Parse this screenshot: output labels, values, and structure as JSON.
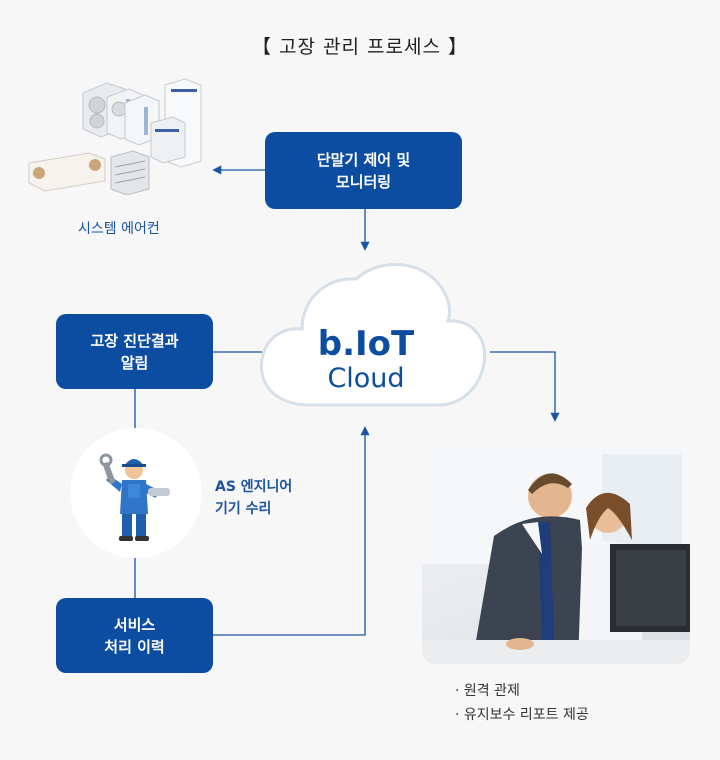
{
  "title": "【 고장 관리 프로세스 】",
  "boxes": {
    "monitoring": "단말기 제어 및\n모니터링",
    "diagnosis": "고장 진단결과\n알림",
    "service": "서비스\n처리 이력"
  },
  "labels": {
    "system_ac": "시스템 에어컨",
    "engineer_line1": "AS 엔지니어",
    "engineer_line2": "기기 수리"
  },
  "cloud": {
    "line1": "b.IoT",
    "line2": "Cloud"
  },
  "bullets": [
    "· 원격 관제",
    "· 유지보수 리포트 제공"
  ],
  "icons": {
    "ac_units": "air-conditioner-units-photo",
    "engineer": "engineer-with-wrench-icon",
    "office": "office-workers-at-monitor-photo"
  },
  "colors": {
    "box": "#0d4da1",
    "line": "#1a54a3",
    "cloud_text": "#0d4da1"
  }
}
